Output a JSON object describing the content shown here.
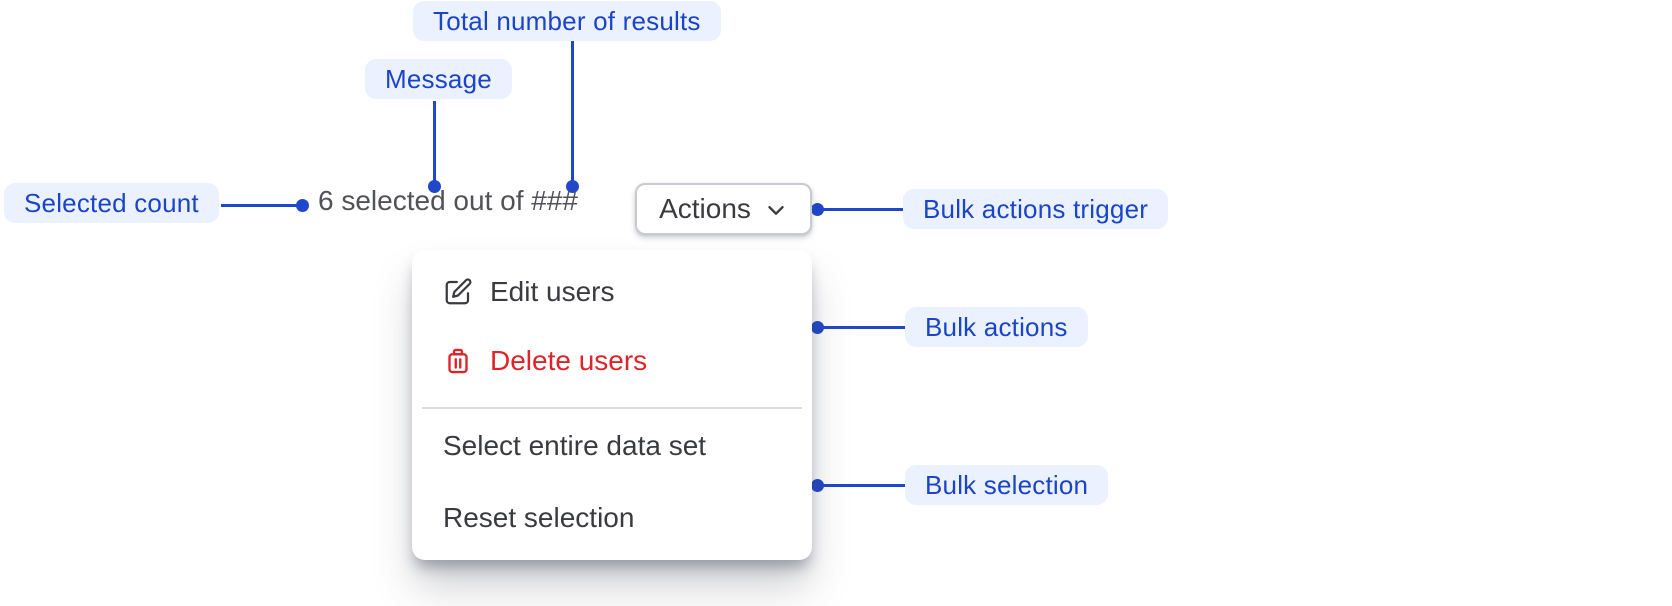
{
  "annotations": {
    "total_results": {
      "label": "Total number of results"
    },
    "message": {
      "label": "Message"
    },
    "selected_count": {
      "label": "Selected count"
    },
    "bulk_actions_trigger": {
      "label": "Bulk actions trigger"
    },
    "bulk_actions": {
      "label": "Bulk actions"
    },
    "bulk_selection": {
      "label": "Bulk selection"
    }
  },
  "bulk_bar": {
    "message": "6 selected out of ###",
    "actions_button": {
      "label": "Actions",
      "icon": "chevron-down-icon"
    }
  },
  "menu": {
    "items": [
      {
        "label": "Edit users",
        "icon": "edit-pencil-icon",
        "tone": "default"
      },
      {
        "label": "Delete users",
        "icon": "trash-icon",
        "tone": "danger"
      },
      {
        "label": "Select entire data set",
        "icon": null,
        "tone": "default"
      },
      {
        "label": "Reset selection",
        "icon": null,
        "tone": "default"
      }
    ]
  },
  "colors": {
    "annotation_text": "#1b45c9",
    "annotation_background": "#ebf1fe",
    "connector_blue": "#2047ca",
    "danger_red": "#de2428",
    "menu_text": "#3a3b41",
    "message_text": "#515257",
    "button_border": "#c9cbd1"
  }
}
